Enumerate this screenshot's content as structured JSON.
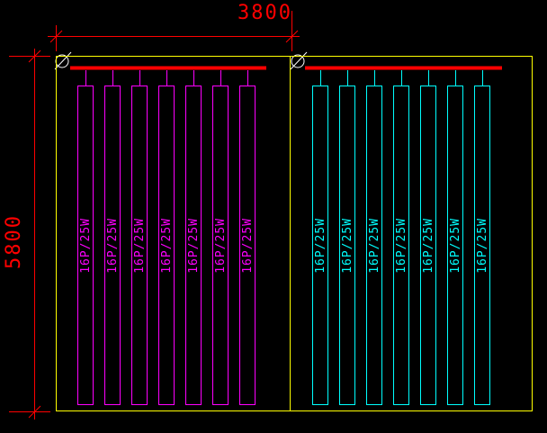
{
  "colors": {
    "background": "#000000",
    "red": "#ff0000",
    "yellow": "#ffff00",
    "white": "#ffffff",
    "magenta": "#ff00ff",
    "cyan": "#00ffff"
  },
  "dimensions": {
    "top": {
      "label": "3800"
    },
    "left": {
      "label": "5800"
    }
  },
  "groups": [
    {
      "id": "group-left",
      "name": "left-panel-bank",
      "color": "#ff00ff",
      "panels": [
        "16P/25W",
        "16P/25W",
        "16P/25W",
        "16P/25W",
        "16P/25W",
        "16P/25W",
        "16P/25W"
      ]
    },
    {
      "id": "group-right",
      "name": "right-panel-bank",
      "color": "#00ffff",
      "panels": [
        "16P/25W",
        "16P/25W",
        "16P/25W",
        "16P/25W",
        "16P/25W",
        "16P/25W",
        "16P/25W"
      ]
    }
  ]
}
